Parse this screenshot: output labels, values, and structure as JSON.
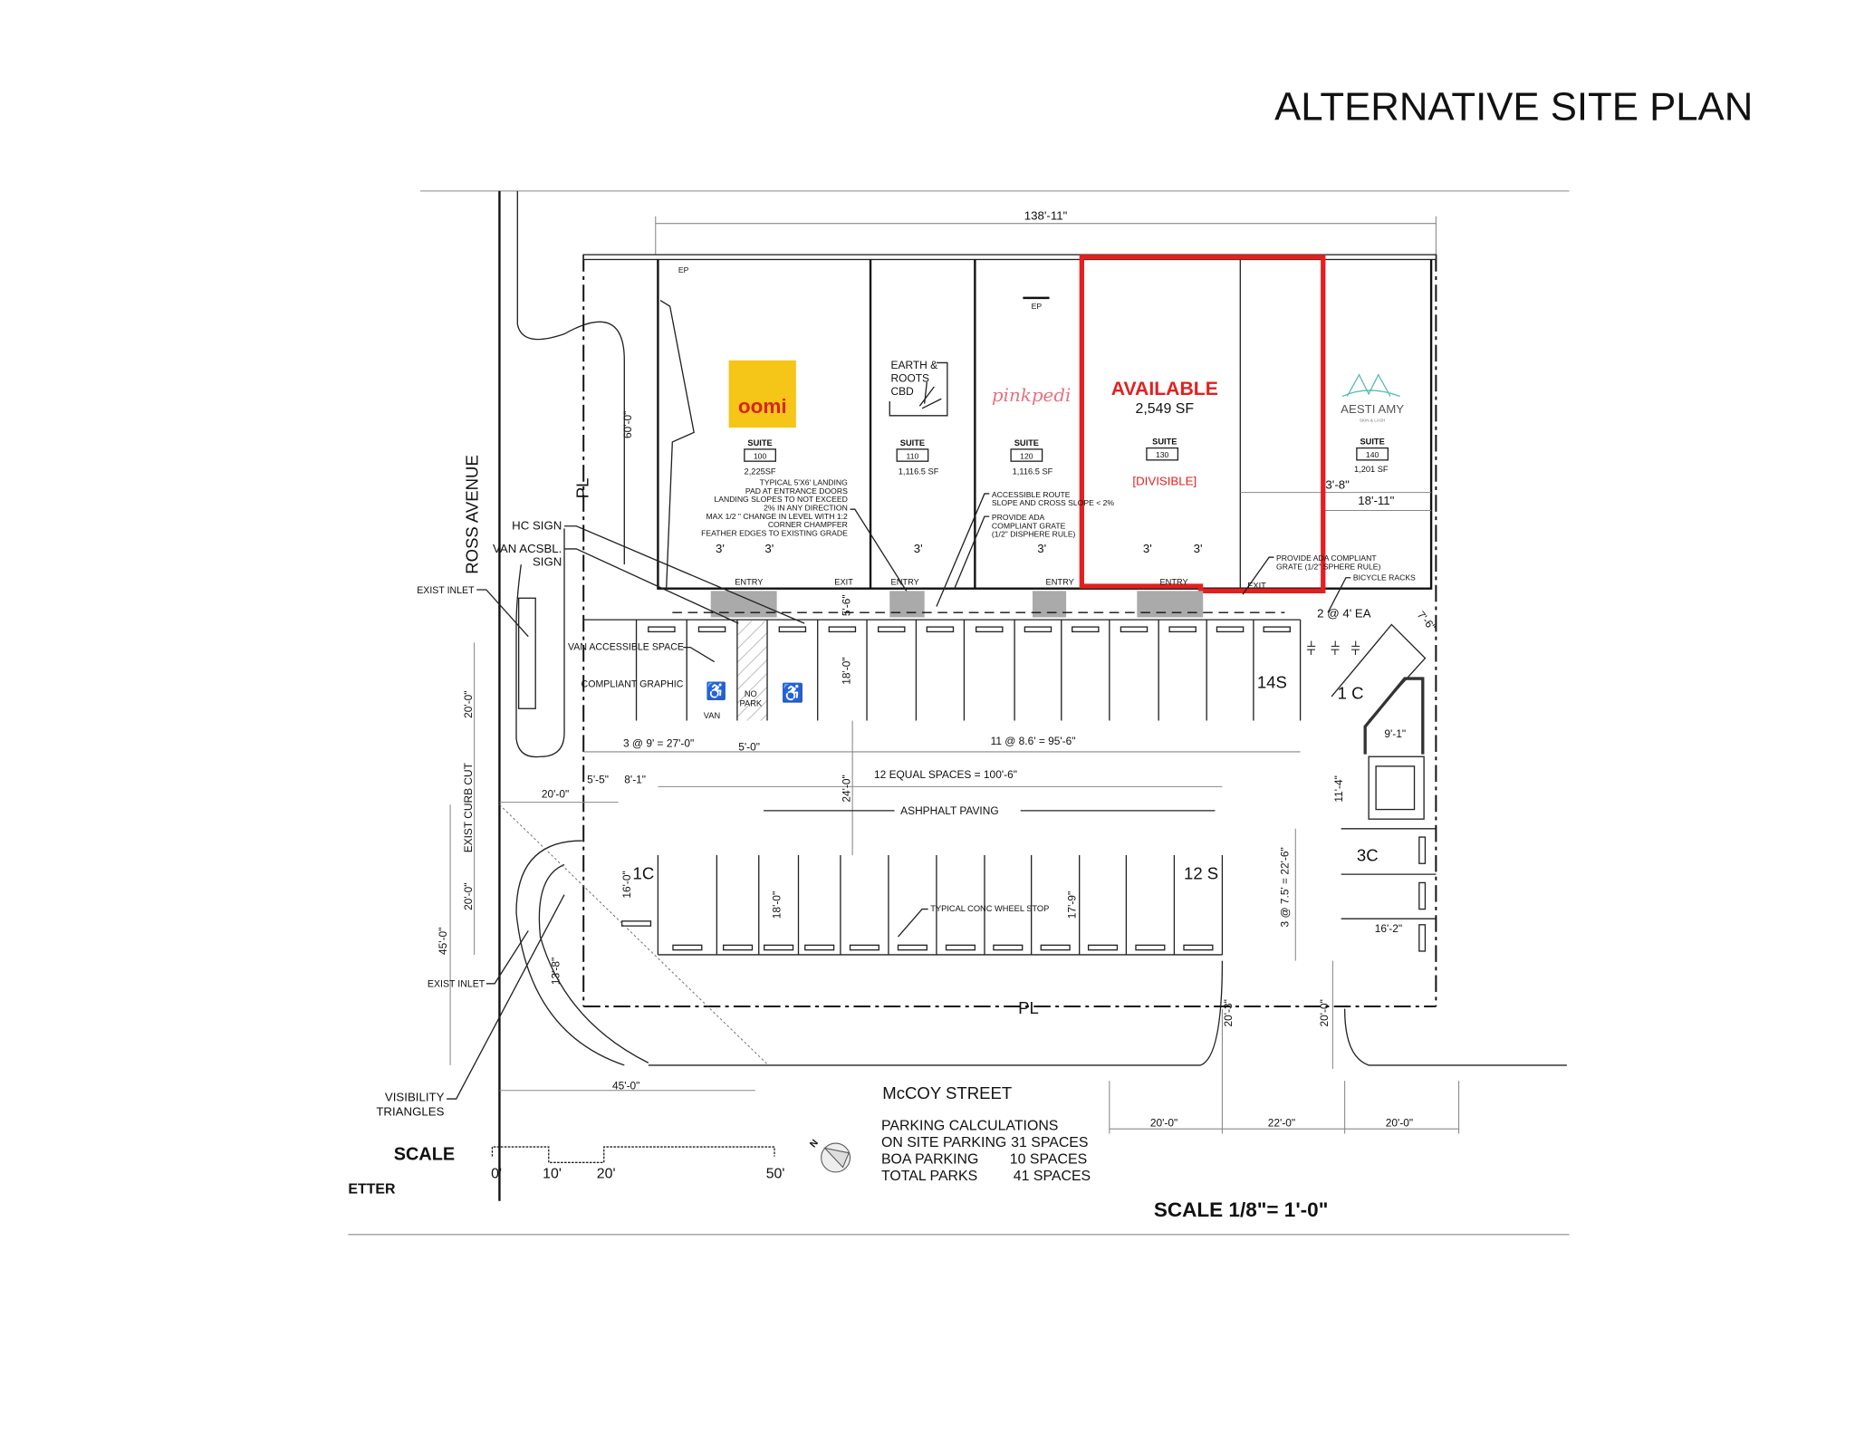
{
  "title": "ALTERNATIVE SITE PLAN",
  "colors": {
    "highlight": "#e3201f",
    "oomi_bg": "#f5c518",
    "oomi_text": "#d8241c",
    "pinkpedi": "#e8707f",
    "aesti": "#5bbcb5",
    "pad": "#aaaaaa"
  },
  "streets": {
    "ross": "ROSS AVENUE",
    "mccoy": "McCOY STREET"
  },
  "overall_dim": "138'-11\"",
  "pl": "PL",
  "suites": [
    {
      "tenant": "oomi",
      "label": "SUITE",
      "number": "100",
      "area": "2,225SF"
    },
    {
      "tenant": "EARTH & ROOTS CBD",
      "tenant_lines": [
        "EARTH &",
        "ROOTS",
        "CBD"
      ],
      "label": "SUITE",
      "number": "110",
      "area": "1,116.5  SF"
    },
    {
      "tenant": "pinkpedi",
      "label": "SUITE",
      "number": "120",
      "area": "1,116.5  SF"
    },
    {
      "tenant": "AVAILABLE",
      "label": "SUITE",
      "number": "130",
      "area": "2,549 SF",
      "note": "[DIVISIBLE]"
    },
    {
      "tenant": "AESTI AMY",
      "tenant_sub": "SKIN & LASH",
      "label": "SUITE",
      "number": "140",
      "area": "1,201 SF"
    }
  ],
  "notes": {
    "landing": [
      "TYPICAL 5'X6' LANDING",
      "PAD AT ENTRANCE DOORS",
      "LANDING SLOPES TO NOT EXCEED",
      "2% IN ANY DIRECTION",
      "MAX 1/2 \" CHANGE IN LEVEL WITH 1:2",
      "CORNER CHAMPFER",
      "FEATHER EDGES TO EXISTING GRADE"
    ],
    "accessible_route": [
      "ACCESSIBLE ROUTE",
      "SLOPE AND CROSS SLOPE < 2%"
    ],
    "ada_grate": [
      "PROVIDE ADA",
      "COMPLIANT GRATE",
      "(1/2\" DISPHERE RULE)"
    ],
    "ada_grate2": [
      "PROVIDE ADA COMPLIANT",
      "GRATE (1/2\" SPHERE RULE)"
    ],
    "bicycle": "BICYCLE RACKS",
    "hc_sign": "HC SIGN",
    "van_sign": [
      "VAN ACSBL.",
      "SIGN"
    ],
    "exist_inlet": "EXIST INLET",
    "van_space": "VAN ACCESSIBLE SPACE",
    "graphic": "COMPLIANT GRAPHIC",
    "van": "VAN",
    "no_park": [
      "NO",
      "PARK"
    ],
    "curb_cut": "EXIST CURB CUT",
    "paving": "ASHPHALT PAVING",
    "wheel_stop": "TYPICAL CONC WHEEL STOP",
    "visibility": [
      "VISIBILITY",
      "TRIANGLES"
    ],
    "ep": "EP",
    "entry": "ENTRY",
    "exit": "EXIT",
    "door": "3'",
    "gutter": "ETTER"
  },
  "dims": {
    "d60": "60'-0\"",
    "d56": "5'-6\"",
    "d3_8": "3'-8\"",
    "d18_11": "18'-11\"",
    "bike": "2 @ 4' EA",
    "d7_6": "7'-6\"",
    "d18a": "18'-0\"",
    "d3at9": "3 @ 9' = 27'-0\"",
    "d5": "5'-0\"",
    "d11": "11  @ 8.6' = 95'-6\"",
    "d12eq": "12 EQUAL SPACES = 100'-6\"",
    "d24": "24'-0\"",
    "d20a": "20'-0\"",
    "d20b": "20'-0\"",
    "d20c": "20'-0\"",
    "d5_5": "5'-5\"",
    "d8_1": "8'-1\"",
    "d16": "16'-0\"",
    "d18b": "18'-0\"",
    "d17_9": "17'-9\"",
    "d13_8": "13'-8\"",
    "d45a": "45'-0\"",
    "d45b": "45'-0\"",
    "d9_1": "9'-1\"",
    "d11_4": "11'-4\"",
    "d3at7": "3 @ 7.5' = 22'-6\"",
    "d16_2": "16'-2\"",
    "d20_3": "20'-3\"",
    "d20_0r": "20'-0\"",
    "b20a": "20'-0\"",
    "b22": "22'-0\"",
    "b20b": "20'-0\""
  },
  "parking_labels": {
    "s14": "14S",
    "c1a": "1 C",
    "c3": "3C",
    "c1b": "1C",
    "s12": "12 S"
  },
  "parking_calc": {
    "heading": "PARKING CALCULATIONS",
    "rows": [
      {
        "label": "ON SITE PARKING",
        "value": "31 SPACES"
      },
      {
        "label": "BOA PARKING",
        "value": "10 SPACES"
      },
      {
        "label": "TOTAL PARKS",
        "value": "41 SPACES"
      }
    ]
  },
  "scale": {
    "label": "SCALE",
    "ticks": [
      "0'",
      "10'",
      "20'",
      "50'"
    ],
    "text": "SCALE 1/8\"= 1'-0\"",
    "north": "N"
  }
}
